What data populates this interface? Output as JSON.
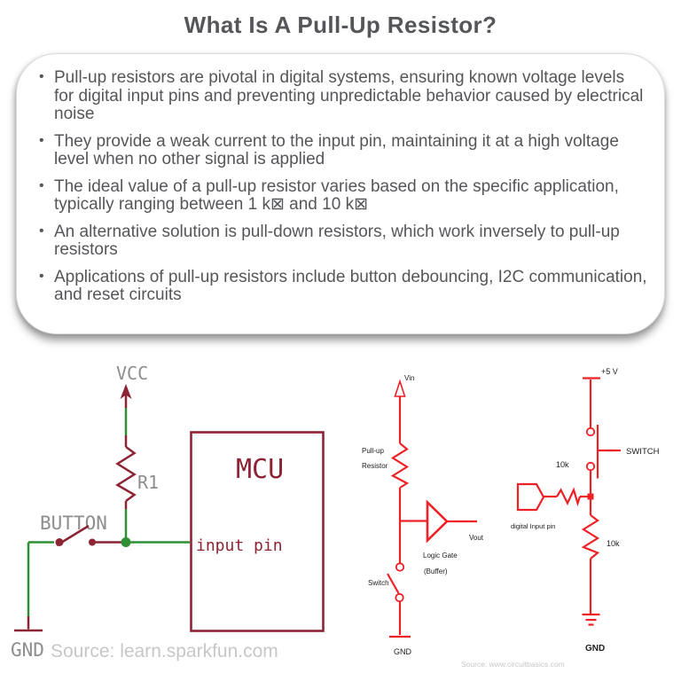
{
  "page": {
    "title": "What Is A Pull-Up Resistor?"
  },
  "card": {
    "bullets": [
      "Pull-up resistors are pivotal in digital systems, ensuring known voltage levels for digital input pins and preventing unpredictable behavior caused by electrical noise",
      "They provide a weak current to the input pin, maintaining it at a high voltage level when no other signal is applied",
      "The ideal value of a pull-up resistor varies based on the specific application, typically ranging between 1 k⊠ and 10 k⊠",
      "An alternative solution is pull-down resistors, which work inversely to pull-up resistors",
      "Applications of pull-up resistors include button debouncing, I2C communication, and reset circuits"
    ]
  },
  "diagrams": {
    "sparkfun": {
      "vcc": "VCC",
      "r1": "R1",
      "button": "BUTTON",
      "gnd": "GND",
      "mcu": "MCU",
      "input_pin": "input pin",
      "source": "Source: learn.sparkfun.com"
    },
    "buffer": {
      "vin": "Vin",
      "pullup_line1": "Pull-up",
      "pullup_line2": "Resistor",
      "vout": "Vout",
      "logic_line1": "Logic Gate",
      "logic_line2": "(Buffer)",
      "switch": "Switch",
      "gnd": "GND"
    },
    "basics": {
      "v5": "+5 V",
      "switch": "SWITCH",
      "r_top": "10k",
      "r_bottom": "10k",
      "input_pin": "digital Input pin",
      "gnd": "GND",
      "source": "Source: www.circuitbasics.com"
    }
  },
  "colors": {
    "maroon": "#8c2433",
    "green": "#2f8f33",
    "red": "#ee2127",
    "label_gray": "#8e8e8e",
    "source_gray": "#c7c7c7",
    "text": "#55565a"
  }
}
